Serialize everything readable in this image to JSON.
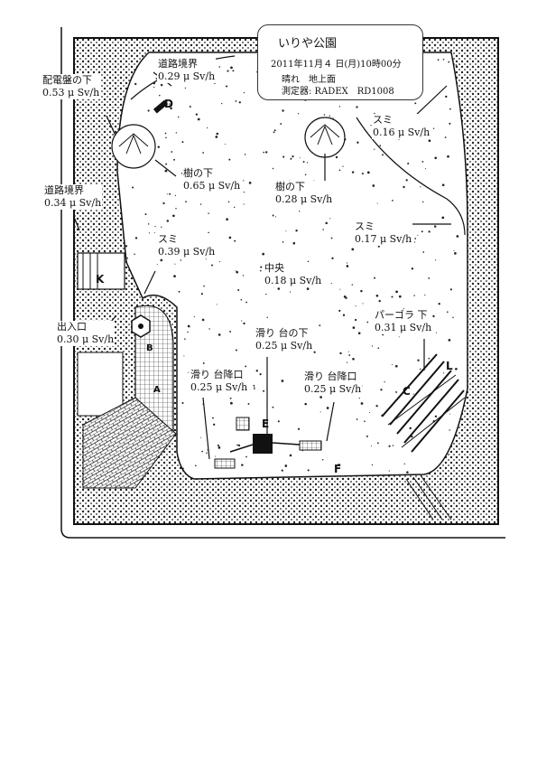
{
  "info": {
    "title": "いりや公園",
    "date": "2011年11月４ 日(月)10時00分",
    "weather": "晴れ　地上面",
    "meter": "測定器: RADEX　RD1008"
  },
  "labels": [
    {
      "id": "road-boundary-top",
      "name": "道路境界",
      "value": "0.29 μ Sv/h"
    },
    {
      "id": "under-switchboard",
      "name": "配電盤の下",
      "value": "0.53 μ Sv/h"
    },
    {
      "id": "corner-ne",
      "name": "スミ",
      "value": "0.16 μ Sv/h"
    },
    {
      "id": "under-tree-left",
      "name": "樹の下",
      "value": "0.65 μ Sv/h"
    },
    {
      "id": "under-tree-right",
      "name": "樹の下",
      "value": "0.28 μ Sv/h"
    },
    {
      "id": "road-boundary-left",
      "name": "道路境界",
      "value": "0.34 μ Sv/h"
    },
    {
      "id": "corner-east",
      "name": "スミ",
      "value": "0.17 μ Sv/h"
    },
    {
      "id": "corner-west",
      "name": "スミ",
      "value": "0.39 μ Sv/h"
    },
    {
      "id": "center",
      "name": "中央",
      "value": "0.18 μ Sv/h"
    },
    {
      "id": "under-pergola",
      "name": "パーゴラ 下",
      "value": "0.31 μ Sv/h"
    },
    {
      "id": "entrance",
      "name": "出入口",
      "value": "0.30 μ Sv/h"
    },
    {
      "id": "under-slide",
      "name": "滑り 台の下",
      "value": "0.25 μ Sv/h"
    },
    {
      "id": "slide-exit-left",
      "name": "滑り 台降口",
      "value": "0.25 μ Sv/h"
    },
    {
      "id": "slide-exit-right",
      "name": "滑り 台降口",
      "value": "0.25 μ Sv/h"
    }
  ],
  "markers": {
    "d": "D",
    "k": "K",
    "a": "A",
    "b": "B",
    "e": "E",
    "f": "F",
    "c": "C",
    "l": "L"
  },
  "colors": {
    "ink": "#111111",
    "paper": "#ffffff"
  }
}
